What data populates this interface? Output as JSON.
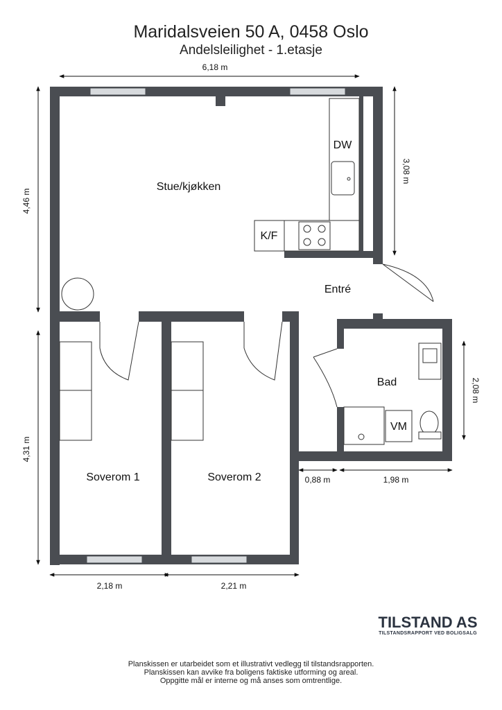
{
  "header": {
    "title": "Maridalsveien 50 A, 0458 Oslo",
    "subtitle": "Andelsleilighet - 1.etasje"
  },
  "rooms": {
    "living_kitchen": "Stue/kjøkken",
    "entrance": "Entré",
    "bathroom": "Bad",
    "bedroom_1": "Soverom 1",
    "bedroom_2": "Soverom 2"
  },
  "fixtures": {
    "dishwasher": "DW",
    "fridge_freezer": "K/F",
    "washing_machine": "VM"
  },
  "dimensions": {
    "top_width": "6,18 m",
    "left_upper": "4,46 m",
    "left_lower": "4,31 m",
    "kitchen_depth": "3,08 m",
    "bath_height": "2,08 m",
    "bath_gap": "0,88 m",
    "bath_width": "1,98 m",
    "bedroom_1_width": "2,18 m",
    "bedroom_2_width": "2,21 m"
  },
  "logo": {
    "name": "TILSTAND AS",
    "tagline": "TILSTANDSRAPPORT VED BOLIGSALG"
  },
  "disclaimer": {
    "line1": "Planskissen er utarbeidet som et illustrativt vedlegg til tilstandsrapporten.",
    "line2": "Planskissen kan avvike fra boligens faktiske utforming og areal.",
    "line3": "Oppgitte mål er interne og må anses som omtrentlige."
  },
  "colors": {
    "wall": "#4a4d52",
    "window": "#d7dadd",
    "logo": "#2b3340"
  }
}
